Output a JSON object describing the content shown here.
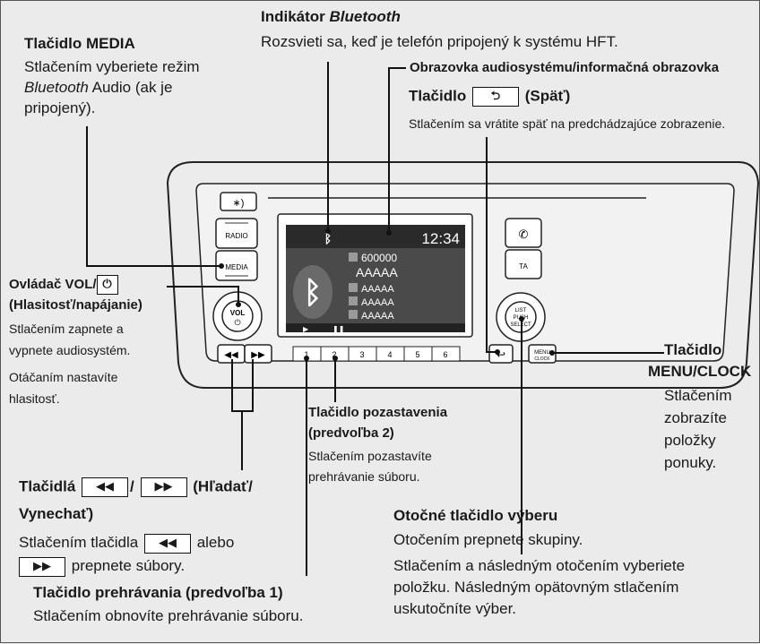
{
  "bluetooth_indicator": {
    "title_prefix": "Indikátor",
    "title_italic": "Bluetooth",
    "desc": "Rozsvieti sa, keď je telefón pripojený k systému HFT."
  },
  "media_button": {
    "title": "Tlačidlo MEDIA",
    "desc_1": "Stlačením vyberiete režim",
    "desc_2_italic": "Bluetooth",
    "desc_2_rest": " Audio (ak je",
    "desc_3": "pripojený)."
  },
  "screen_label": "Obrazovka audiosystému/informačná obrazovka",
  "back_button": {
    "title_prefix": "Tlačidlo",
    "title_suffix": "(Späť)",
    "desc": "Stlačením sa vrátite späť na predchádzajúce zobrazenie."
  },
  "vol_knob": {
    "title_1": "Ovládač VOL/",
    "title_2": "(Hlasitosť/napájanie)",
    "desc_1": "Stlačením zapnete a",
    "desc_2": "vypnete audiosystém.",
    "desc_3": "Otáčaním nastavíte",
    "desc_4": "hlasitosť."
  },
  "menu_clock": {
    "title_1": "Tlačidlo",
    "title_2": "MENU/CLOCK",
    "desc_1": "Stlačením",
    "desc_2": "zobrazíte",
    "desc_3": "položky",
    "desc_4": "ponuky."
  },
  "pause_button": {
    "title_1": "Tlačidlo pozastavenia",
    "title_2": "(predvoľba 2)",
    "desc_1": "Stlačením pozastavíte",
    "desc_2": "prehrávanie súboru."
  },
  "seek_buttons": {
    "title_1": "Tlačidlá",
    "title_sep": "/",
    "title_2": "(Hľadať/",
    "title_3": "Vynechať)",
    "desc_1a": "Stlačením tlačidla",
    "desc_1b": "alebo",
    "desc_2": "prepnete súbory."
  },
  "select_knob": {
    "title": "Otočné tlačidlo výberu",
    "desc_1": "Otočením prepnete skupiny.",
    "desc_2": "Stlačením a následným otočením vyberiete",
    "desc_3": "položku. Následným opätovným stlačením",
    "desc_4": "uskutočníte výber."
  },
  "play_button": {
    "title": "Tlačidlo prehrávania (predvoľba 1)",
    "desc": "Stlačením obnovíte prehrávanie súboru."
  },
  "unit": {
    "radio": "RADIO",
    "media": "MEDIA",
    "ta": "TA",
    "vol": "VOL",
    "list": "LIST",
    "push": "PUSH",
    "select": "SELECT",
    "menu": "MENU",
    "clock": "CLOCK",
    "presets": [
      "1",
      "2",
      "3",
      "4",
      "5",
      "6"
    ],
    "screen_time": "12:34",
    "screen_track_num": "600000",
    "screen_title": "AAAAA",
    "screen_rows": [
      "AAAAA",
      "AAAAA",
      "AAAAA"
    ]
  }
}
